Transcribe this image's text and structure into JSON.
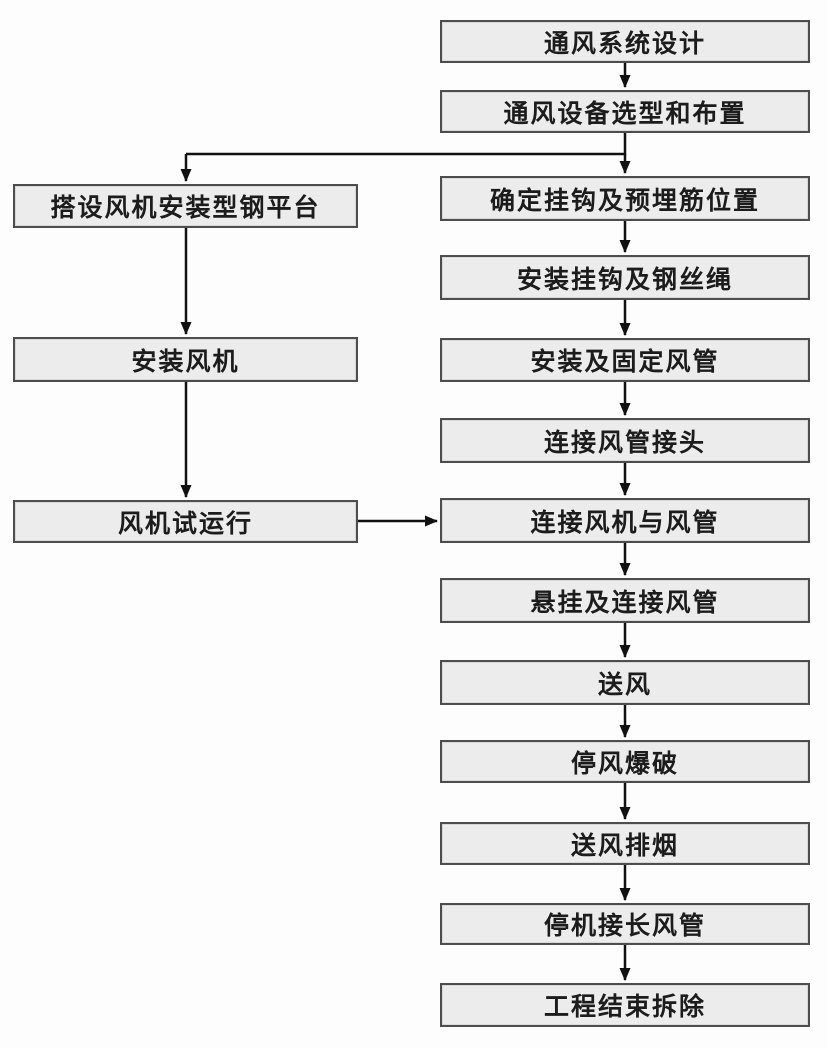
{
  "diagram": {
    "type": "flowchart",
    "colors": {
      "background": "#fdfdfd",
      "box_fill": "#ececec",
      "box_border": "#4d4d4d",
      "line": "#111111",
      "text": "#1c1c1c"
    },
    "main_flow": [
      "通风系统设计",
      "通风设备选型和布置",
      "确定挂钩及预埋筋位置",
      "安装挂钩及钢丝绳",
      "安装及固定风管",
      "连接风管接头",
      "连接风机与风管",
      "悬挂及连接风管",
      "送风",
      "停风爆破",
      "送风排烟",
      "停机接长风管",
      "工程结束拆除"
    ],
    "side_flow": [
      "搭设风机安装型钢平台",
      "安装风机",
      "风机试运行"
    ],
    "connections": [
      {
        "from": "通风系统设计",
        "to": "通风设备选型和布置"
      },
      {
        "from": "通风设备选型和布置",
        "to": "确定挂钩及预埋筋位置"
      },
      {
        "from": "通风设备选型和布置",
        "to": "搭设风机安装型钢平台"
      },
      {
        "from": "搭设风机安装型钢平台",
        "to": "安装风机"
      },
      {
        "from": "安装风机",
        "to": "风机试运行"
      },
      {
        "from": "风机试运行",
        "to": "连接风机与风管"
      },
      {
        "from": "确定挂钩及预埋筋位置",
        "to": "安装挂钩及钢丝绳"
      },
      {
        "from": "安装挂钩及钢丝绳",
        "to": "安装及固定风管"
      },
      {
        "from": "安装及固定风管",
        "to": "连接风管接头"
      },
      {
        "from": "连接风管接头",
        "to": "连接风机与风管"
      },
      {
        "from": "连接风机与风管",
        "to": "悬挂及连接风管"
      },
      {
        "from": "悬挂及连接风管",
        "to": "送风"
      },
      {
        "from": "送风",
        "to": "停风爆破"
      },
      {
        "from": "停风爆破",
        "to": "送风排烟"
      },
      {
        "from": "送风排烟",
        "to": "停机接长风管"
      },
      {
        "from": "停机接长风管",
        "to": "工程结束拆除"
      }
    ]
  }
}
